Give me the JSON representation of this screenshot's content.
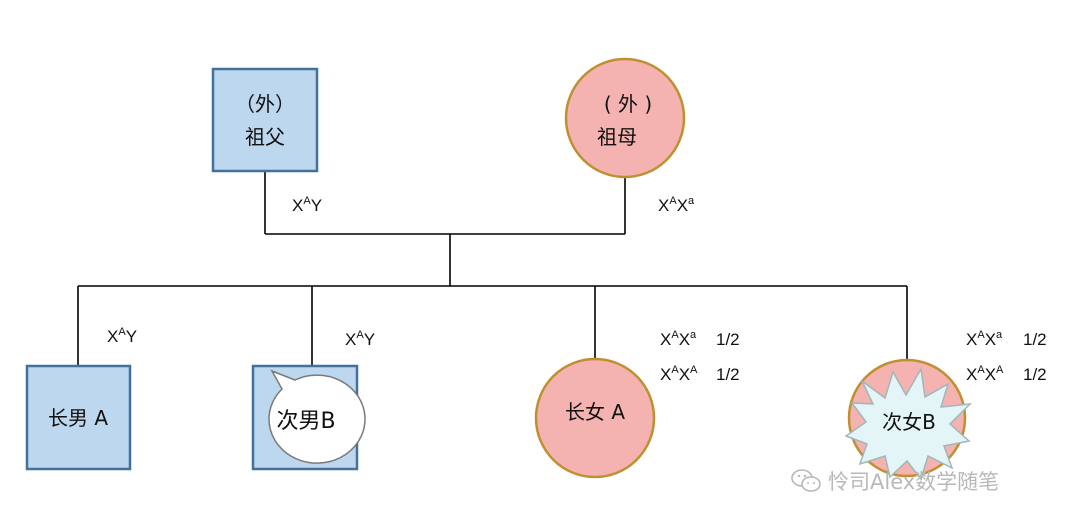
{
  "people": {
    "grandfather": {
      "line1": "（外）",
      "line2": "祖父",
      "shape": "square",
      "fill": "#bdd7ee",
      "genotype": "XAY"
    },
    "grandmother": {
      "line1": "( 外 )",
      "line2": "祖母",
      "shape": "circle",
      "fill": "#f4b2b0",
      "genotype": "XAXa"
    },
    "eldest_son": {
      "label": "长男 A",
      "shape": "square",
      "fill": "#bdd7ee",
      "genotype": "XAY"
    },
    "second_son": {
      "label": "次男B",
      "shape": "square",
      "fill": "#bdd7ee",
      "genotype": "XAY"
    },
    "eldest_daughter": {
      "label": "长女 A",
      "shape": "circle",
      "fill": "#f4b2b0",
      "genotypes": [
        {
          "g": "XAXa",
          "p": "1/2"
        },
        {
          "g": "XAXA",
          "p": "1/2"
        }
      ]
    },
    "second_daughter": {
      "label": "次女B",
      "shape": "circle",
      "fill": "#f4b2b0",
      "genotypes": [
        {
          "g": "XAXa",
          "p": "1/2"
        },
        {
          "g": "XAXA",
          "p": "1/2"
        }
      ]
    }
  },
  "genotype_text": {
    "XAY": {
      "base1": "X",
      "sup1": "A",
      "base2": "Y"
    },
    "XAXa": {
      "base1": "X",
      "sup1": "A",
      "base2": "X",
      "sup2": "a"
    },
    "XAXA": {
      "base1": "X",
      "sup1": "A",
      "base2": "X",
      "sup2": "A"
    }
  },
  "colors": {
    "square_fill": "#bdd7ee",
    "square_stroke": "#41719c",
    "circle_fill": "#f4b2b0",
    "circle_stroke": "#c09030",
    "line": "#000000",
    "bubble_fill": "#ffffff",
    "burst_fill": "#e3f5f6"
  },
  "watermark": {
    "text": "怜司Alex数学随笔",
    "icon": "wechat-icon"
  }
}
